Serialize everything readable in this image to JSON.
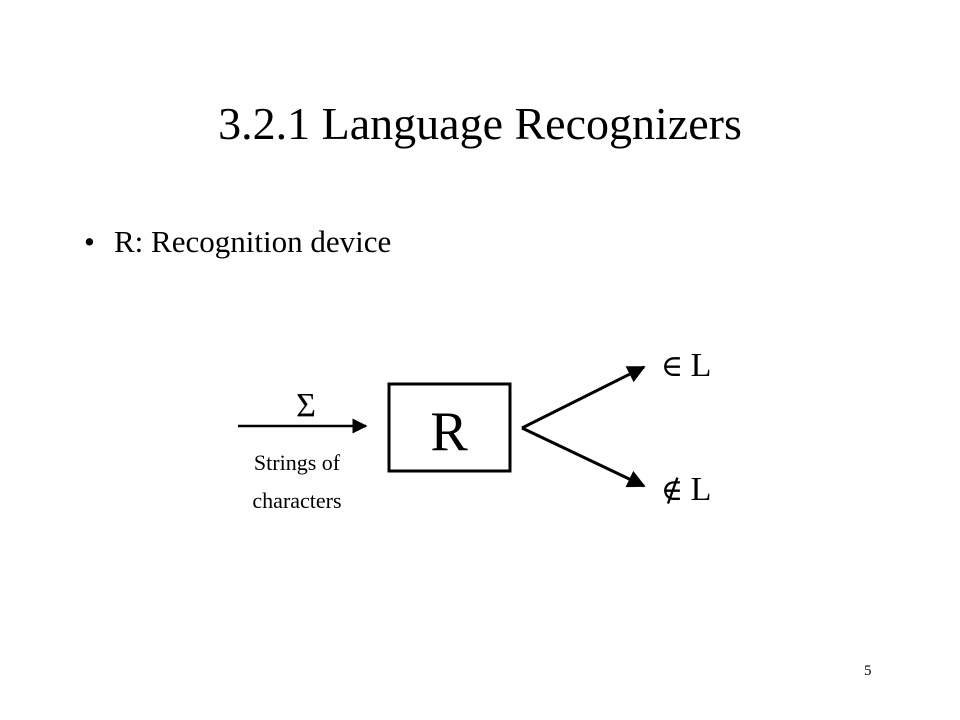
{
  "slide": {
    "title": "3.2.1 Language Recognizers",
    "bullet_marker": "•",
    "bullet_text": "R: Recognition device",
    "page_number": "5"
  },
  "diagram": {
    "input_symbol": "Σ",
    "input_caption_line1": "Strings of",
    "input_caption_line2": "characters",
    "box_label": "R",
    "output_accept_symbol": "∈",
    "output_accept_set": "L",
    "output_reject_symbol": "∉",
    "output_reject_set": "L"
  },
  "colors": {
    "background": "#ffffff",
    "ink": "#000000"
  }
}
